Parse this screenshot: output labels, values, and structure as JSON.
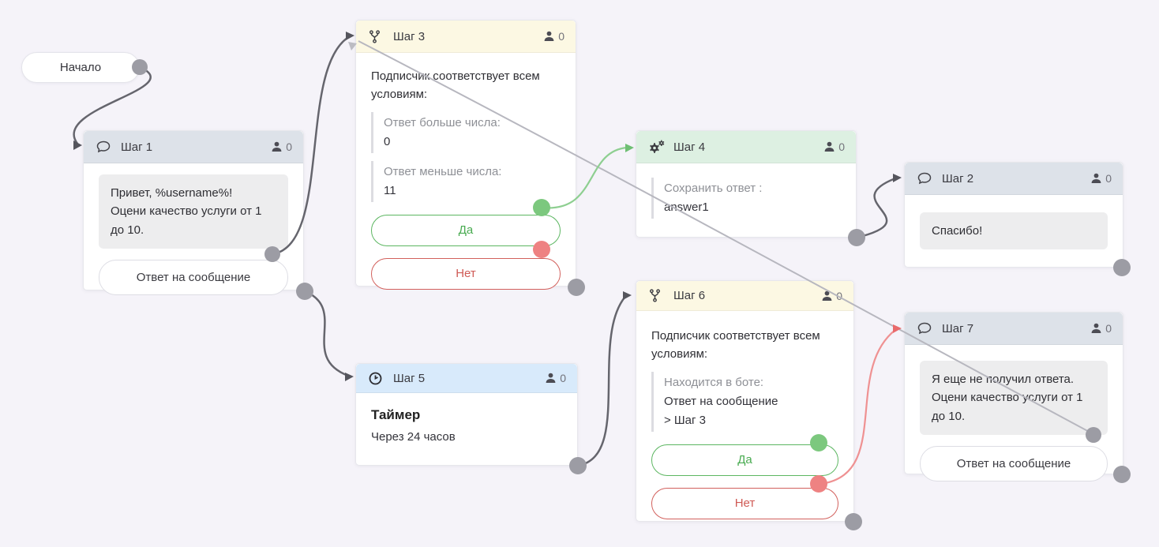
{
  "canvas": {
    "background": "#f5f3f9"
  },
  "start_node": {
    "label": "Начало"
  },
  "nodes": {
    "step1": {
      "title": "Шаг 1",
      "type": "message",
      "icon": "comment-icon",
      "count": "0",
      "message": "Привет, %username%!\nОцени качество услуги от 1 до 10.",
      "button": "Ответ на сообщение"
    },
    "step3": {
      "title": "Шаг 3",
      "type": "condition",
      "icon": "branch-icon",
      "count": "0",
      "intro": "Подписчик соответствует всем условиям:",
      "conditions": [
        {
          "label": "Ответ больше числа:",
          "value": "0"
        },
        {
          "label": "Ответ меньше числа:",
          "value": "11"
        }
      ],
      "yes_label": "Да",
      "no_label": "Нет"
    },
    "step4": {
      "title": "Шаг 4",
      "type": "action",
      "icon": "gears-icon",
      "count": "0",
      "action_label": "Сохранить ответ :",
      "action_value": "answer1"
    },
    "step2": {
      "title": "Шаг 2",
      "type": "message",
      "icon": "comment-icon",
      "count": "0",
      "message": "Спасибо!"
    },
    "step5": {
      "title": "Шаг 5",
      "type": "timer",
      "icon": "clock-icon",
      "count": "0",
      "timer_title": "Таймер",
      "timer_value": "Через 24 часов"
    },
    "step6": {
      "title": "Шаг 6",
      "type": "condition",
      "icon": "branch-icon",
      "count": "0",
      "intro": "Подписчик соответствует всем условиям:",
      "conditions": [
        {
          "label": "Находится в боте:",
          "value": "Ответ на сообщение",
          "value2": "> Шаг 3"
        }
      ],
      "yes_label": "Да",
      "no_label": "Нет"
    },
    "step7": {
      "title": "Шаг 7",
      "type": "message",
      "icon": "comment-icon",
      "count": "0",
      "message": "Я еще не получил ответа.\nОцени качество услуги от 1 до 10.",
      "button": "Ответ на сообщение"
    }
  },
  "connections": [
    {
      "from": "start",
      "to": "step1",
      "color": "dark"
    },
    {
      "from": "step1.button",
      "to": "step3",
      "color": "dark"
    },
    {
      "from": "step1",
      "to": "step5",
      "color": "dark"
    },
    {
      "from": "step3.yes",
      "to": "step4",
      "color": "green"
    },
    {
      "from": "step4",
      "to": "step2",
      "color": "dark"
    },
    {
      "from": "step5",
      "to": "step6",
      "color": "dark"
    },
    {
      "from": "step6.no",
      "to": "step7",
      "color": "red"
    },
    {
      "from": "step7.button",
      "to": "step3",
      "color": "light"
    }
  ],
  "colors": {
    "header_message": "#dde2e9",
    "header_condition": "#fcf8e3",
    "header_action": "#ddf0e2",
    "header_timer": "#d8eafb",
    "wire_dark": "#65656d",
    "wire_light": "#b7b7bf",
    "wire_green": "#8ecf91",
    "wire_red": "#ef9192",
    "dot_gray": "#9c9ca4",
    "dot_green": "#7cc87e",
    "dot_red": "#ee8282",
    "yes_color": "#49ab51",
    "no_color": "#cf5a55"
  }
}
